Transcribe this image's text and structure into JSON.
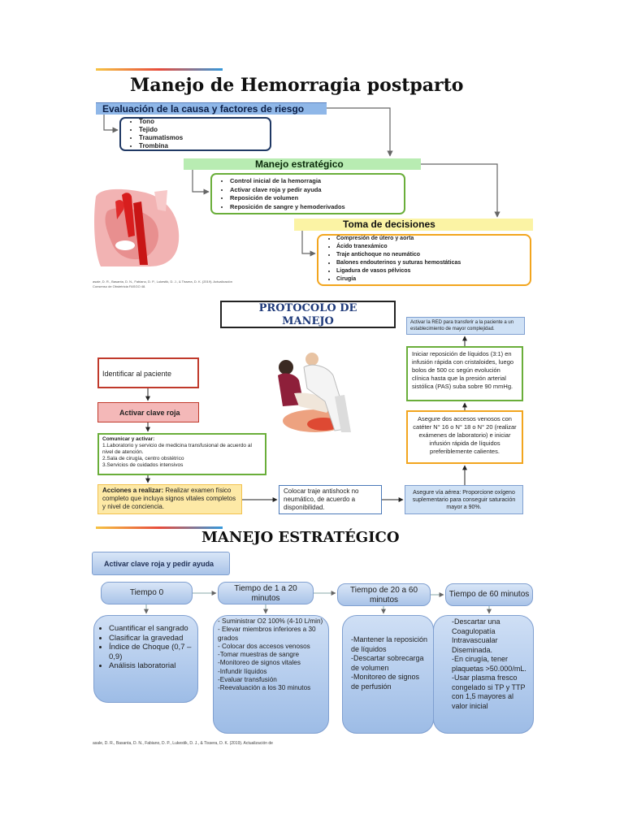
{
  "colors": {
    "green": "#6aae3a",
    "orange": "#f2a51e",
    "navy": "#1f3864",
    "red": "#c0392b",
    "blue_fill": "#a9c3e8",
    "yellow": "#fff2a8",
    "light_green": "#c9efb1"
  },
  "section1": {
    "title": "Manejo de Hemorragia postparto",
    "eval_header": "Evaluación de la causa y factores de riesgo",
    "eval_items": [
      "Tono",
      "Tejido",
      "Traumatismos",
      "Trombina"
    ],
    "strategic_header": "Manejo estratégico",
    "strategic_items": [
      "Control inicial de la hemorragia",
      "Activar clave roja y pedir ayuda",
      "Reposición de volumen",
      "Reposición de sangre y hemoderivados"
    ],
    "decision_header": "Toma de decisiones",
    "decision_items": [
      "Compresión de útero y aorta",
      "Ácido tranexámico",
      "Traje antichoque no neumático",
      "Balones endouterinos y suturas hemostáticas",
      "Ligadura de vasos pélvicos",
      "Cirugía"
    ],
    "ref_line1": "asale, D. R., Basanta, D. N., Fabiano, D. P., Lukestik, D. J., & Tissera, D. K. (2019). Actualización",
    "ref_line2": "Consenso de Obstetricia FASGO 48."
  },
  "section2": {
    "title": "PROTOCOLO DE MANEJO",
    "identify": "Identificar al paciente",
    "activate_red": "Activar clave roja",
    "communicate_title": "Comunicar y activar:",
    "communicate_items": [
      "1.Laboratorio y servicio de medicina transfusional de acuerdo al nivel de atención.",
      "2.Sala de cirugía, centro obstétrico",
      "3.Servicios de cuidados intensivos"
    ],
    "actions_label": "Acciones a realizar:",
    "actions_text": "Realizar examen físico completo que incluya signos vitales completos y nivel de conciencia.",
    "suit": "Colocar traje antishock no neumático, de acuerdo a disponibilidad.",
    "airway": "Asegure vía aérea: Proporcione oxígeno suplementario para conseguir saturación mayor a 90%.",
    "venous": "Asegure dos accesos venosos con catéter N° 16 o N° 18 o N° 20 (realizar exámenes de laboratorio) e iniciar infusión rápida de líquidos preferiblemente calientes.",
    "fluids": "Iniciar reposición de líquidos (3:1) en infusión rápida con cristaloides, luego bolos de 500 cc según evolución clínica hasta que la presión arterial sistólica (PAS) suba sobre 90 mmHg.",
    "red_transfer": "Activar la RED para transferir a la paciente a un establecimiento de mayor complejidad."
  },
  "section3": {
    "title": "MANEJO ESTRATÉGICO",
    "activate": "Activar clave roja y pedir ayuda",
    "times": [
      "Tiempo 0",
      "Tiempo de 1 a 20 minutos",
      "Tiempo de 20 a 60 minutos",
      "Tiempo de 60 minutos"
    ],
    "col1": [
      "Cuantificar el sangrado",
      "Clasificar la gravedad",
      "Índice de Choque (0,7 – 0,9)",
      "Análisis laboratorial"
    ],
    "col2": [
      "- Suministrar O2 100% (4-10 L/min)",
      "- Elevar miembros inferiores a 30 grados",
      "- Colocar dos accesos venosos",
      "-Tomar muestras de sangre",
      "-Monitoreo de signos vitales",
      "-Infundir líquidos",
      "-Evaluar transfusión",
      "-Reevaluación a los 30 minutos"
    ],
    "col3": [
      "-Mantener la reposición de líquidos",
      "-Descartar sobrecarga de volumen",
      "-Monitoreo de signos de perfusión"
    ],
    "col4": [
      "-Descartar una Coagulopatía Intravascualar Diseminada.",
      "-En cirugía, tener plaquetas >50.000/mL.",
      "-Usar plasma fresco congelado si TP y TTP con 1,5 mayores al valor inicial"
    ],
    "ref": "asale, D. R., Basanta, D. N., Fabiano, D. P., Lukestik, D. J., & Tissera, D. K. (2019). Actualización de"
  }
}
